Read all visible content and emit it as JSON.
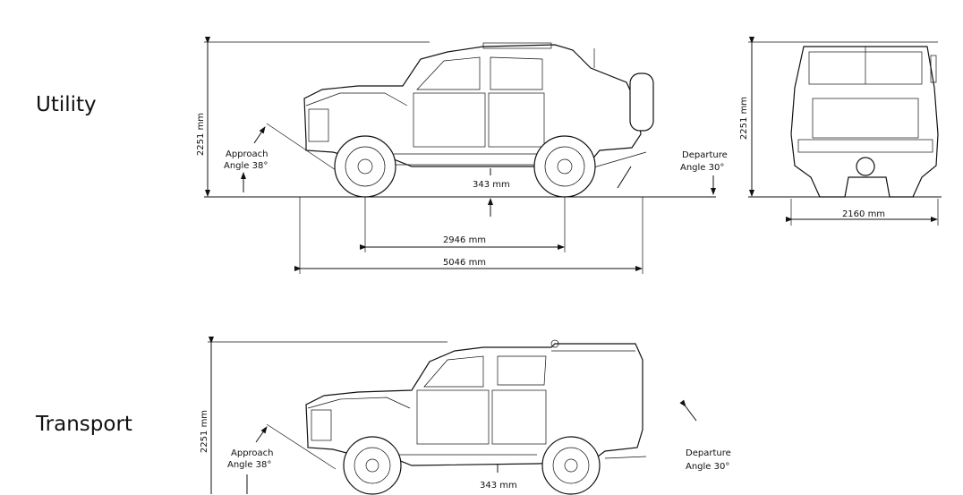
{
  "variants": [
    {
      "title": "Utility",
      "height_label": "2251 mm",
      "approach_label": "Approach",
      "approach_angle": "Angle  38°",
      "departure_label": "Departure",
      "departure_angle": "Angle  30°",
      "ground_clearance": "343 mm",
      "wheelbase": "2946 mm",
      "length": "5046 mm",
      "front_height_label": "2251 mm",
      "width": "2160 mm"
    },
    {
      "title": "Transport",
      "height_label": "2251 mm",
      "approach_label": "Approach",
      "approach_angle": "Angle  38°",
      "departure_label": "Departure",
      "departure_angle": "Angle  30°",
      "ground_clearance": "343 mm"
    }
  ]
}
